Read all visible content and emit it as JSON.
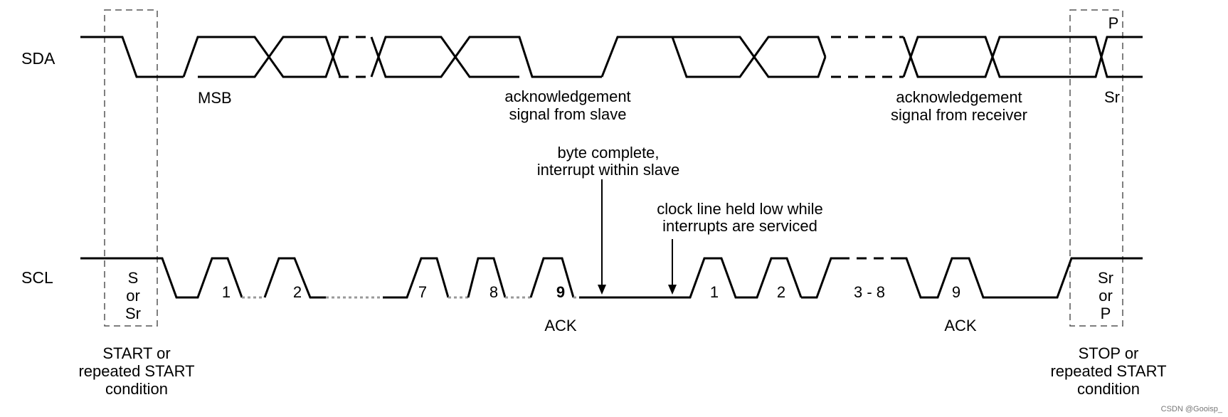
{
  "signals": {
    "sda": "SDA",
    "scl": "SCL"
  },
  "start_box": {
    "line1": "S",
    "line2": "or",
    "line3": "Sr"
  },
  "stop_box": {
    "top": "P",
    "bottom": "Sr",
    "line1": "Sr",
    "line2": "or",
    "line3": "P"
  },
  "labels": {
    "msb": "MSB",
    "ack_slave_1": "acknowledgement",
    "ack_slave_2": "signal from slave",
    "ack_receiver_1": "acknowledgement",
    "ack_receiver_2": "signal from receiver",
    "byte_complete_1": "byte complete,",
    "byte_complete_2": "interrupt within slave",
    "clock_held_1": "clock line held low while",
    "clock_held_2": "interrupts are serviced",
    "ack_1": "ACK",
    "ack_2": "ACK",
    "start_cond_1": "START or",
    "start_cond_2": "repeated START",
    "start_cond_3": "condition",
    "stop_cond_1": "STOP or",
    "stop_cond_2": "repeated START",
    "stop_cond_3": "condition"
  },
  "clock_numbers_byte1": [
    "1",
    "2",
    "7",
    "8",
    "9"
  ],
  "clock_numbers_byte2": [
    "1",
    "2",
    "3 - 8",
    "9"
  ],
  "watermark": "CSDN @Gooisp_"
}
